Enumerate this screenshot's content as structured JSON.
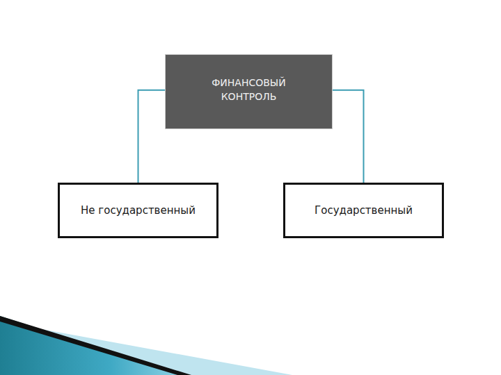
{
  "diagram": {
    "nodes": [
      {
        "text": [
          "ФИНАНСОВЫЙ КОНТРОЛЬ"
        ]
      },
      {
        "text": [
          "Не государственный"
        ]
      },
      {
        "text": [
          "Государственный"
        ]
      }
    ],
    "edges": [
      {
        "from": 0,
        "to": 1,
        "arrow": "none"
      },
      {
        "from": 0,
        "to": 2,
        "arrow": "none"
      }
    ]
  }
}
